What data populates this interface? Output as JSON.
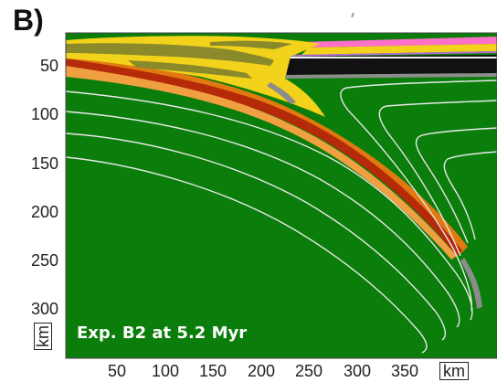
{
  "panel_label": "B)",
  "experiment_label": "Exp. B2 at 5.2 Myr",
  "y_axis": {
    "ticks": [
      "50",
      "100",
      "150",
      "200",
      "250",
      "300"
    ],
    "unit": "km"
  },
  "x_axis": {
    "ticks": [
      "50",
      "100",
      "150",
      "200",
      "250",
      "300",
      "350"
    ],
    "unit": "km"
  },
  "colors": {
    "mantle": "#0a7d0a",
    "upper_crust": "#f2d21a",
    "olive_crust": "#8a8a2a",
    "orange_layer": "#e07a10",
    "red_layer": "#b52a08",
    "black_layer": "#111111",
    "pink_layer": "#ff70c8",
    "grey_layer": "#8c8c8c",
    "isotherm": "#e8e8e8"
  }
}
